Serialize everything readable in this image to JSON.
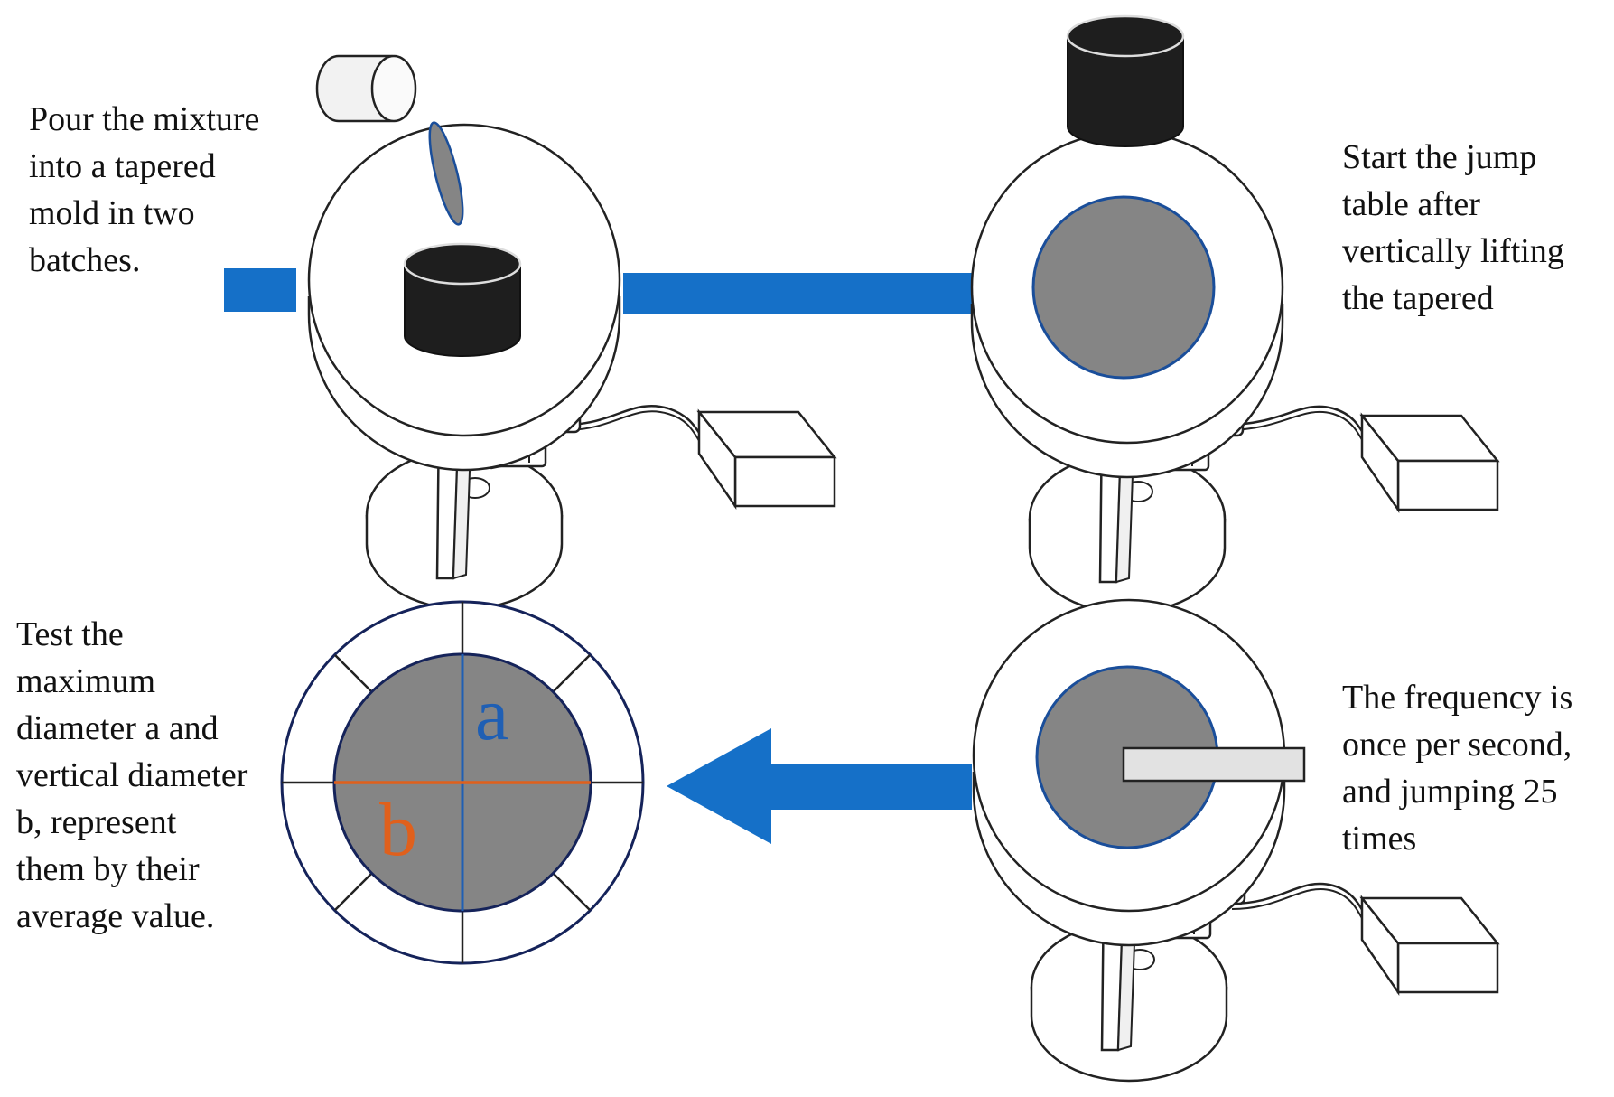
{
  "captions": {
    "step1": "Pour the mixture\ninto a tapered\nmold in two\nbatches.",
    "step2": "Start the jump\ntable after\nvertically lifting\nthe tapered",
    "step3": "The frequency is\nonce per second,\nand  jumping  25\ntimes",
    "step4": "Test the\nmaximum\ndiameter a and\nvertical diameter\nb,  represent\nthem by their\naverage value."
  },
  "measure_labels": {
    "a": "a",
    "b": "b"
  },
  "colors": {
    "flow_arrow": "#1570c8",
    "label_a": "#1f5fb4",
    "label_b": "#e0601c",
    "mold": "#1e1e1e",
    "sample": "#858585",
    "sample_outline": "#1a4e9a",
    "outline": "#222222"
  },
  "icons": {
    "jump_table": "flow-table-icon",
    "controller": "controller-box-icon",
    "mold": "tapered-mold-icon",
    "scoop": "scoop-icon",
    "tamper": "tamper-rod-icon"
  }
}
